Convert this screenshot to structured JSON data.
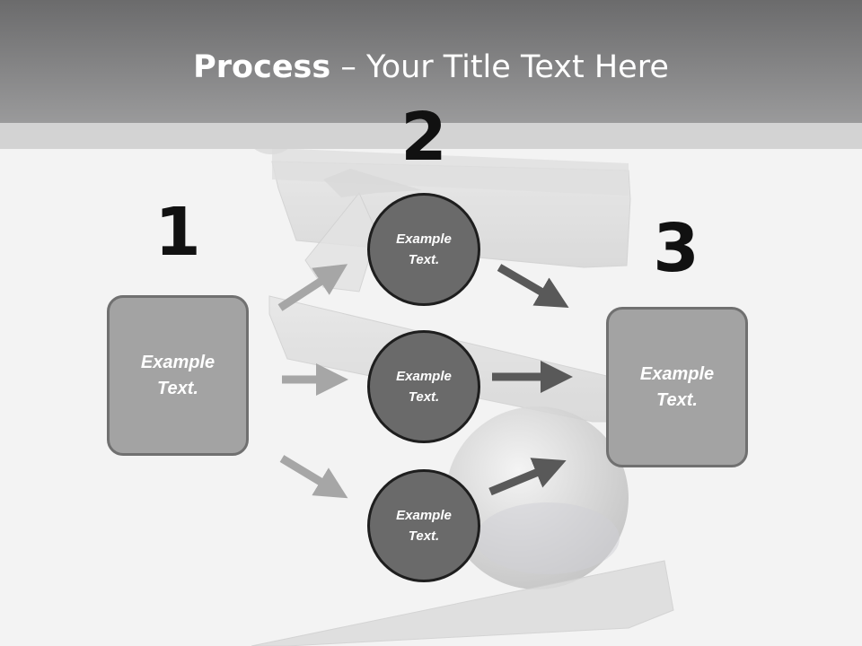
{
  "slide": {
    "title_bold": "Process",
    "title_rest": " – Your Title Text Here"
  },
  "steps": [
    {
      "number": "1"
    },
    {
      "number": "2"
    },
    {
      "number": "3"
    }
  ],
  "boxes": {
    "left": "Example\nText.",
    "right": "Example\nText."
  },
  "circles": [
    "Example\nText.",
    "Example\nText.",
    "Example\nText."
  ],
  "colors": {
    "header": "#7e7e7f",
    "box_fill": "#a3a3a3",
    "circle_fill": "#6a6a6a",
    "arrow_light": "#a6a6a6",
    "arrow_dark": "#595959"
  }
}
